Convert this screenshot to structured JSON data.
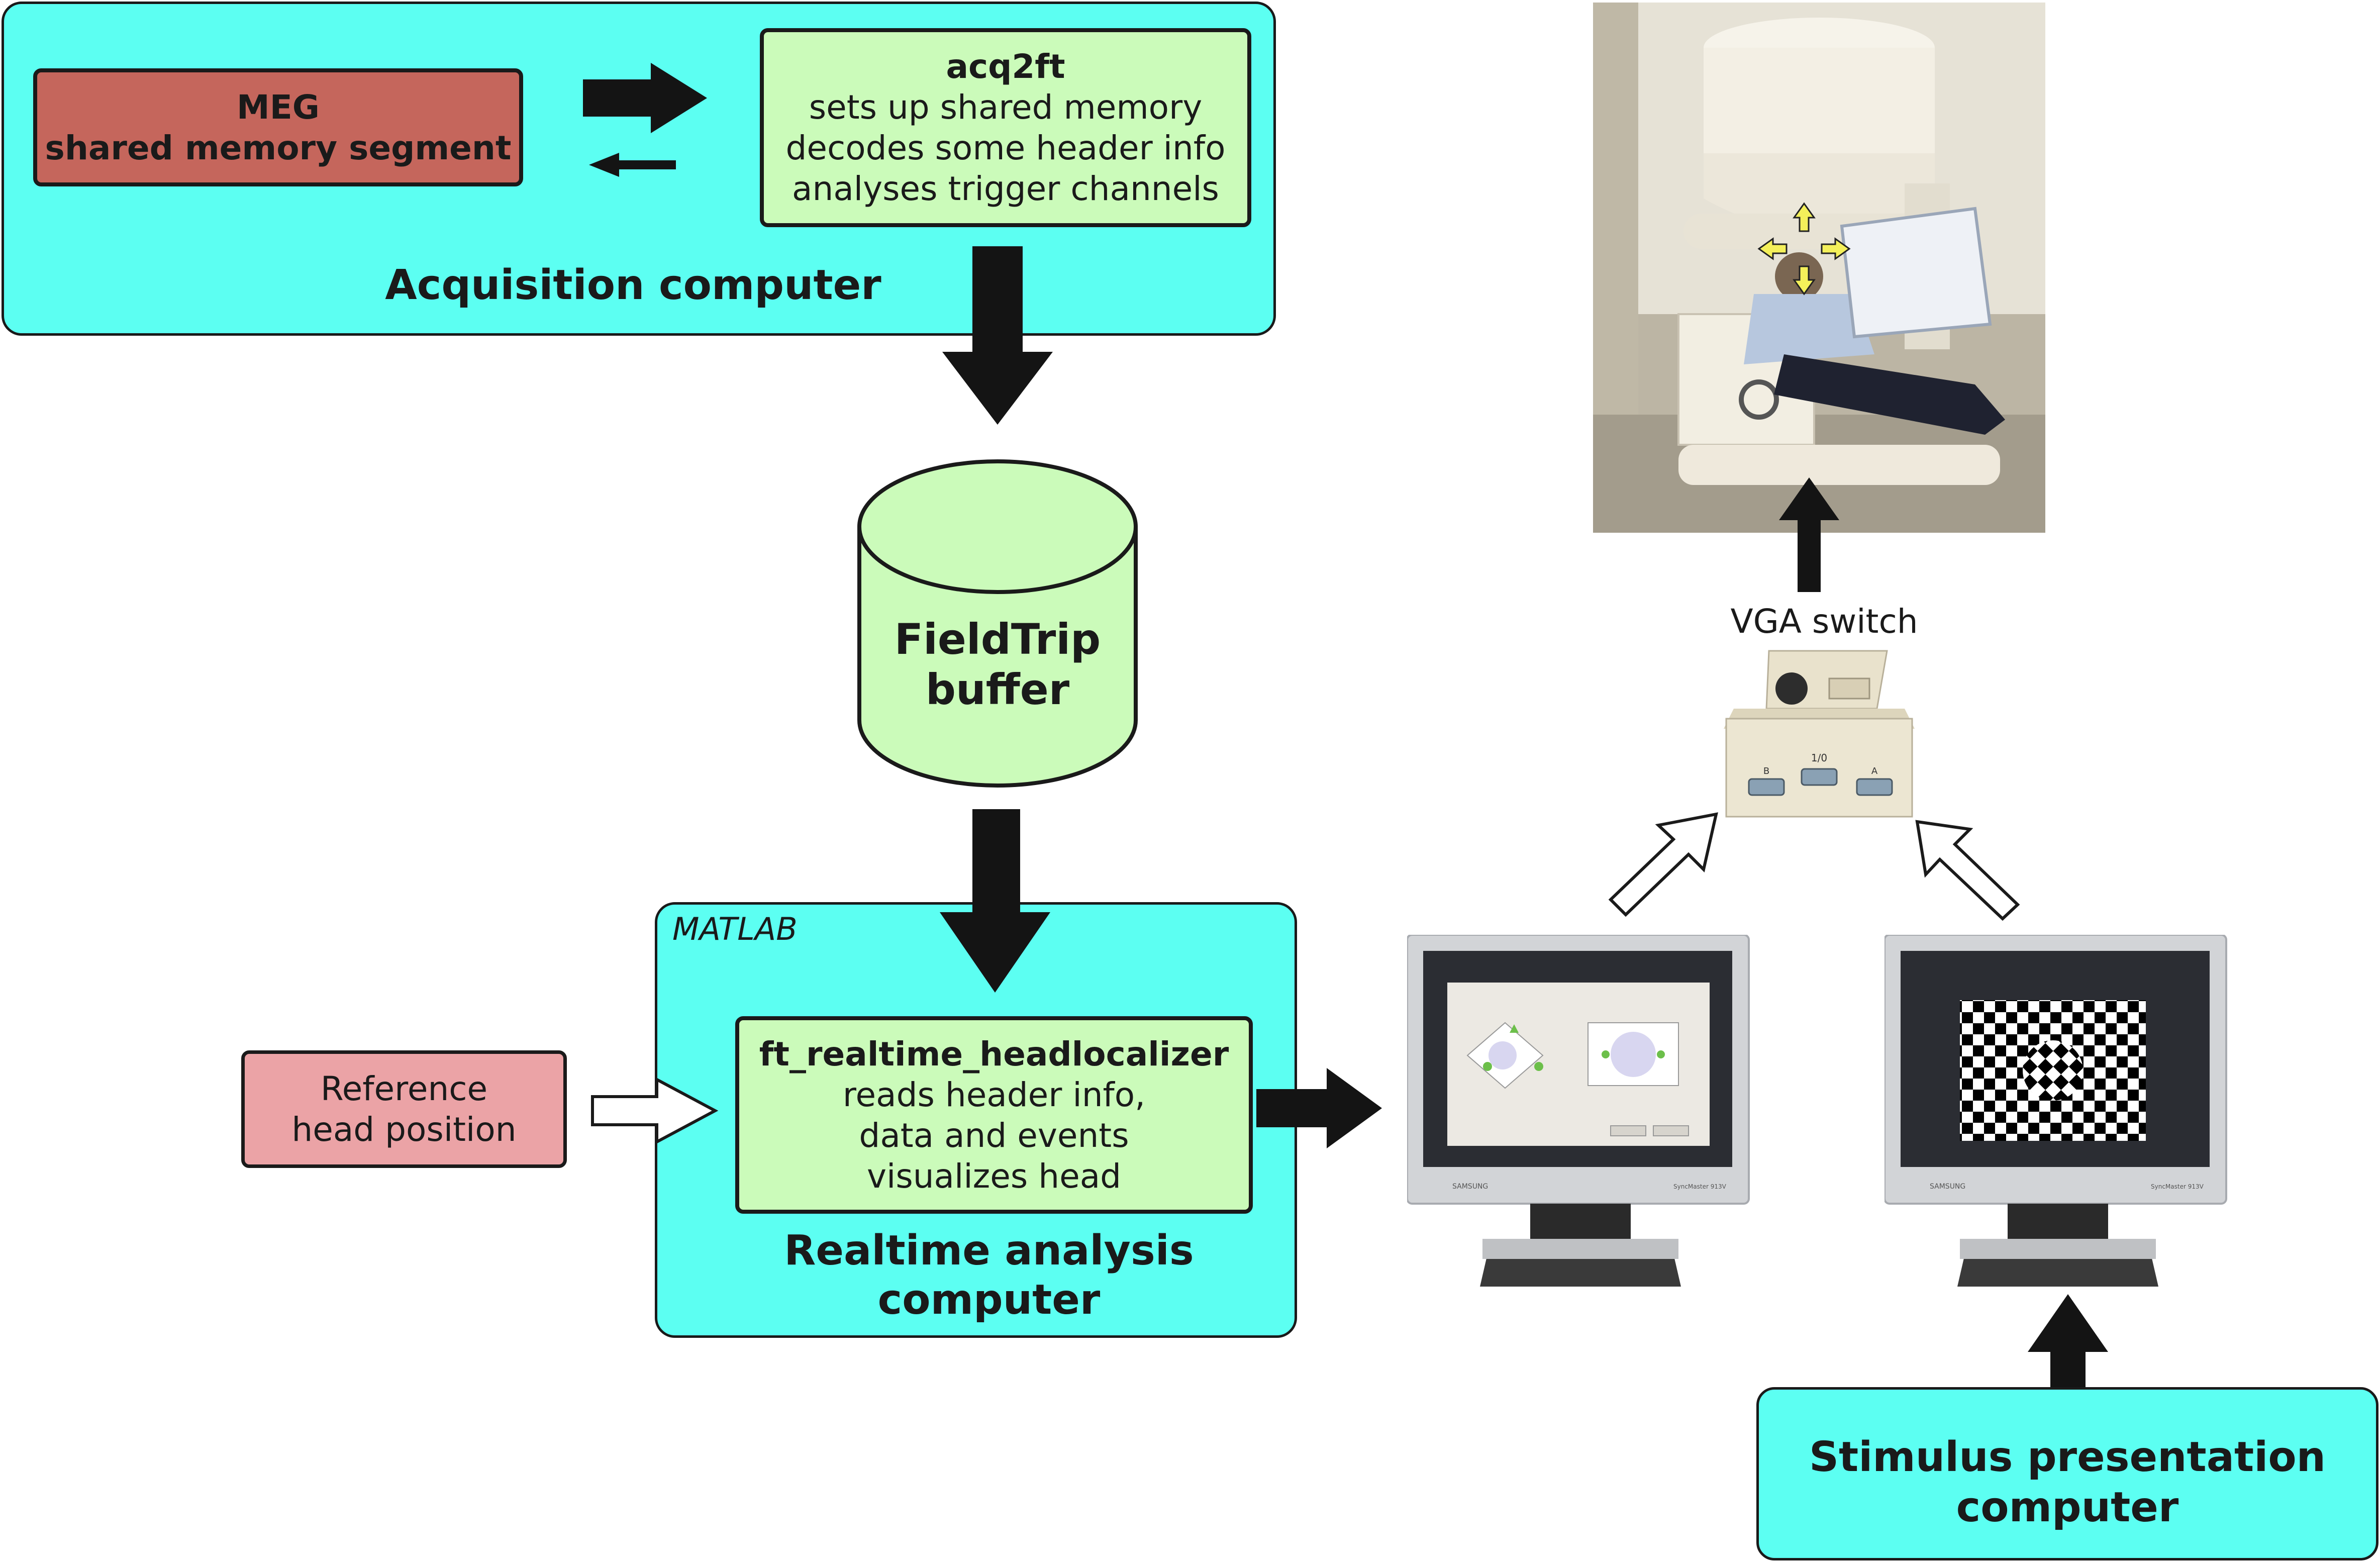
{
  "acquisition": {
    "title": "Acquisition computer",
    "meg_box": {
      "line1": "MEG",
      "line2": "shared memory segment",
      "color": "#c5665c"
    },
    "acq2ft_box": {
      "title": "acq2ft",
      "lines": [
        "sets up shared memory",
        "decodes some header info",
        "analyses trigger channels"
      ]
    }
  },
  "buffer": {
    "line1": "FieldTrip",
    "line2": "buffer"
  },
  "realtime": {
    "matlab_label": "MATLAB",
    "title_line1": "Realtime analysis",
    "title_line2": "computer",
    "headlocalizer_box": {
      "title": "ft_realtime_headlocalizer",
      "lines": [
        "reads header info,",
        "data and events",
        "visualizes head"
      ]
    }
  },
  "reference": {
    "line1": "Reference",
    "line2": "head position",
    "color": "#eba3a6"
  },
  "vga": {
    "label": "VGA switch",
    "port_label": "1/0",
    "port_a": "A",
    "port_b": "B"
  },
  "monitors": {
    "brand": "SAMSUNG",
    "model": "SyncMaster 913V"
  },
  "stimulus": {
    "line1": "Stimulus presentation",
    "line2": "computer"
  },
  "colors": {
    "cyan_panel": "#5cfff2",
    "green_box": "#cbfbba",
    "arrow": "#141414"
  },
  "icons": [
    "meg-scanner-photo",
    "vga-switch-photo",
    "monitor-headlocalizer",
    "monitor-checkerboard"
  ]
}
